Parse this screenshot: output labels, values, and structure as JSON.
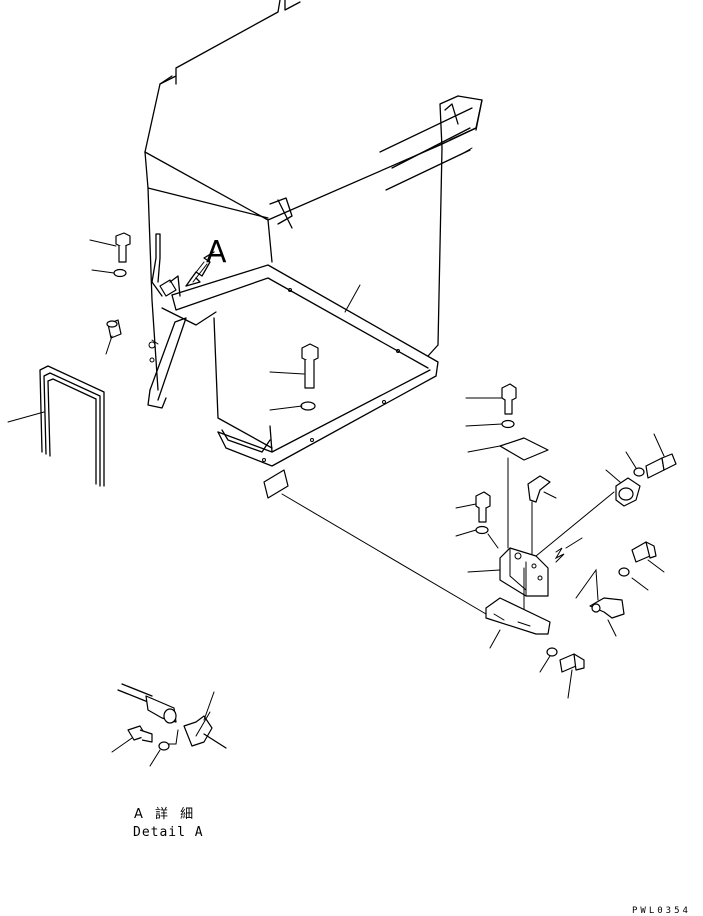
{
  "view_label": "A",
  "detail": {
    "title_jp": "A 詳 細",
    "title_en": "Detail A"
  },
  "drawing_code": "PWL0354"
}
